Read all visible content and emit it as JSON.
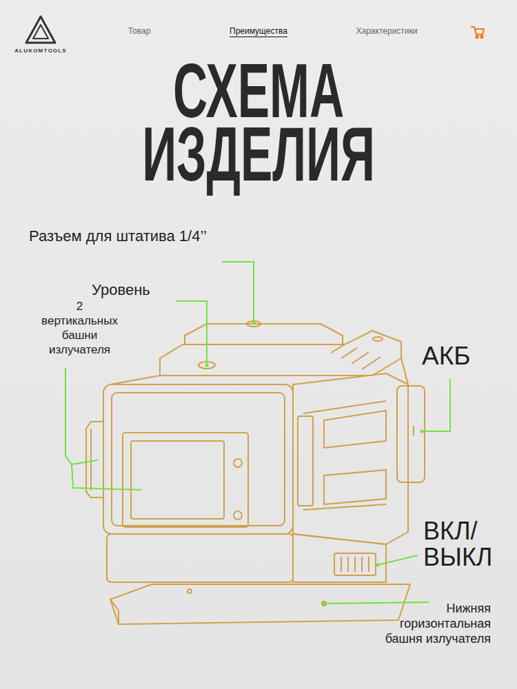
{
  "diagram": {
    "title": "СХЕМА ИЗДЕЛИЯ",
    "labels": [
      "ALUKOMTOOLS",
      "Товар",
      "Преимущества",
      "Характеристики",
      "Разъем для штатива 1/4’’",
      "Уровень",
      "2 вертикальных башни излучателя",
      "АКБ",
      "ВКЛ/ ВЫКЛ",
      "Нижняя горизонтальная башня излучателя"
    ]
  }
}
